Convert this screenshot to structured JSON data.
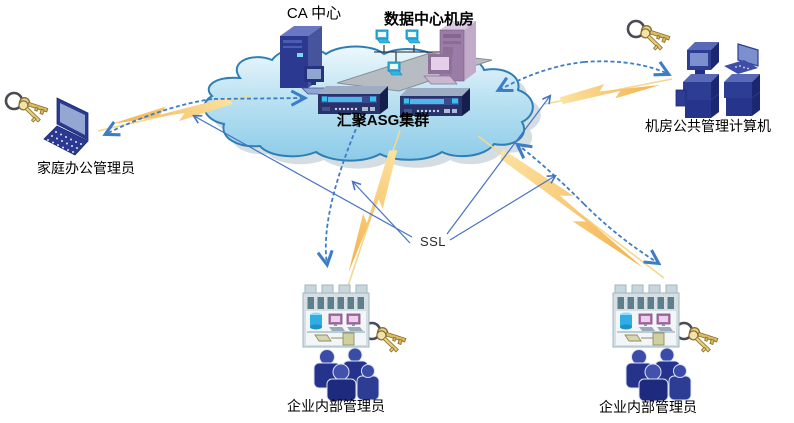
{
  "diagram": {
    "title_hint": "SSL VPN network topology",
    "labels": {
      "ca_center": "CA 中心",
      "data_center": "数据中心机房",
      "asg_cluster": "汇聚ASG集群",
      "home_admin": "家庭办公管理员",
      "room_admin": "机房公共管理计算机",
      "ssl": "SSL",
      "enterprise_left": "企业内部管理员",
      "enterprise_right": "企业内部管理员"
    },
    "colors": {
      "arrow_blue": "#3c7dc8",
      "callout_blue": "#4573c4",
      "bolt_fill": "#f7c161",
      "bolt_light": "#f2d98e",
      "cloud_stroke": "#2e7fb5",
      "cloud_fill_top": "#eaf6fc",
      "cloud_fill_bottom": "#8ccbe8",
      "navy": "#2b3990",
      "navy_dark": "#1b2770",
      "navy_light": "#5a68b8",
      "cyan": "#2fb6e6",
      "plum": "#9a7ca6",
      "building_gray": "#d4dee3",
      "gold": "#d9bc5f"
    }
  }
}
